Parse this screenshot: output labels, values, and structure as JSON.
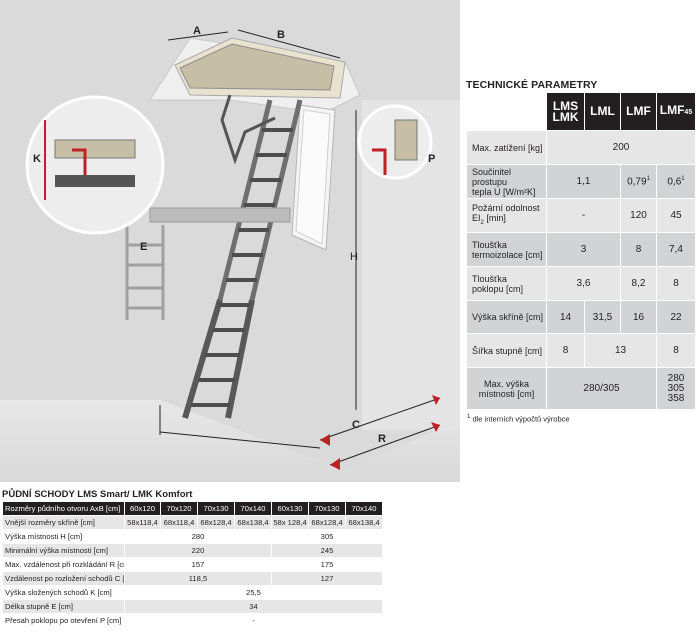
{
  "illustration": {
    "labels": {
      "a": "A",
      "b": "B",
      "k": "K",
      "e": "E",
      "h": "H",
      "c": "C",
      "r": "R",
      "p": "P"
    }
  },
  "tech": {
    "title": "TECHNICKÉ PARAMETRY",
    "headers": {
      "lms_line1": "LMS",
      "lms_line2": "LMK",
      "lml": "LML",
      "lmf": "LMF",
      "lmf45_main": "LMF",
      "lmf45_sub": "45"
    },
    "rows": {
      "max_load_label": "Max. zatížení [kg]",
      "max_load": "200",
      "u_label_1": "Součinitel prostupu",
      "u_label_2": "tepla U [W/m²K]",
      "u_lms_lml": "1,1",
      "u_lmf": "0,79",
      "u_lmf45": "0,6",
      "u_sup": "1",
      "fire_label_1": "Požární odolnost",
      "fire_label_2": "EI",
      "fire_label_sub": "2",
      "fire_label_3": "[min]",
      "fire_lms_lml": "-",
      "fire_lmf": "120",
      "fire_lmf45": "45",
      "insul_label_1": "Tloušťka",
      "insul_label_2": "termoizolace [cm]",
      "insul_lms_lml": "3",
      "insul_lmf": "8",
      "insul_lmf45": "7,4",
      "lid_label_1": "Tloušťka",
      "lid_label_2": "poklopu [cm]",
      "lid_lms_lml": "3,6",
      "lid_lmf": "8,2",
      "lid_lmf45": "8",
      "box_label": "Výška skříně [cm]",
      "box_lms": "14",
      "box_lml": "31,5",
      "box_lmf": "16",
      "box_lmf45": "22",
      "step_label": "Šířka stupně [cm]",
      "step_lms": "8",
      "step_lml_lmf": "13",
      "step_lmf45": "8",
      "room_label_1": "Max. výška",
      "room_label_2": "místnosti [cm]",
      "room_lms_lmf": "280/305",
      "room_lmf45_1": "280",
      "room_lmf45_2": "305",
      "room_lmf45_3": "358"
    },
    "footnote_sup": "1",
    "footnote": "dle interních výpočtů výrobce"
  },
  "product_table": {
    "title": "PŮDNÍ SCHODY LMS Smart/ LMK Komfort",
    "header_label": "Rozměry půdního otvoru AxB [cm]",
    "sizes": [
      "60x120",
      "70x120",
      "70x130",
      "70x140",
      "60x130",
      "70x130",
      "70x140"
    ],
    "rows": [
      {
        "label": "Vnější rozměry skříně [cm]",
        "values": [
          "58x118,4",
          "68x118,4",
          "68x128,4",
          "68x138,4",
          "58x 128,4",
          "68x128,4",
          "68x138,4"
        ]
      },
      {
        "label": "Výška místnosti H [cm]",
        "group1": "280",
        "group2": "305"
      },
      {
        "label": "Minimální výška místnosti [cm]",
        "group1": "220",
        "group2": "245"
      },
      {
        "label": "Max. vzdálenost při rozkládání R [cm]",
        "group1": "157",
        "group2": "175"
      },
      {
        "label": "Vzdálenost po rozložení schodů C [cm]",
        "group1": "118,5",
        "group2": "127"
      },
      {
        "label": "Výška složených schodů K [cm]",
        "all": "25,5"
      },
      {
        "label": "Délka stupně E [cm]",
        "all": "34"
      },
      {
        "label": "Přesah poklopu po otevření P [cm]",
        "all": "-"
      }
    ]
  }
}
